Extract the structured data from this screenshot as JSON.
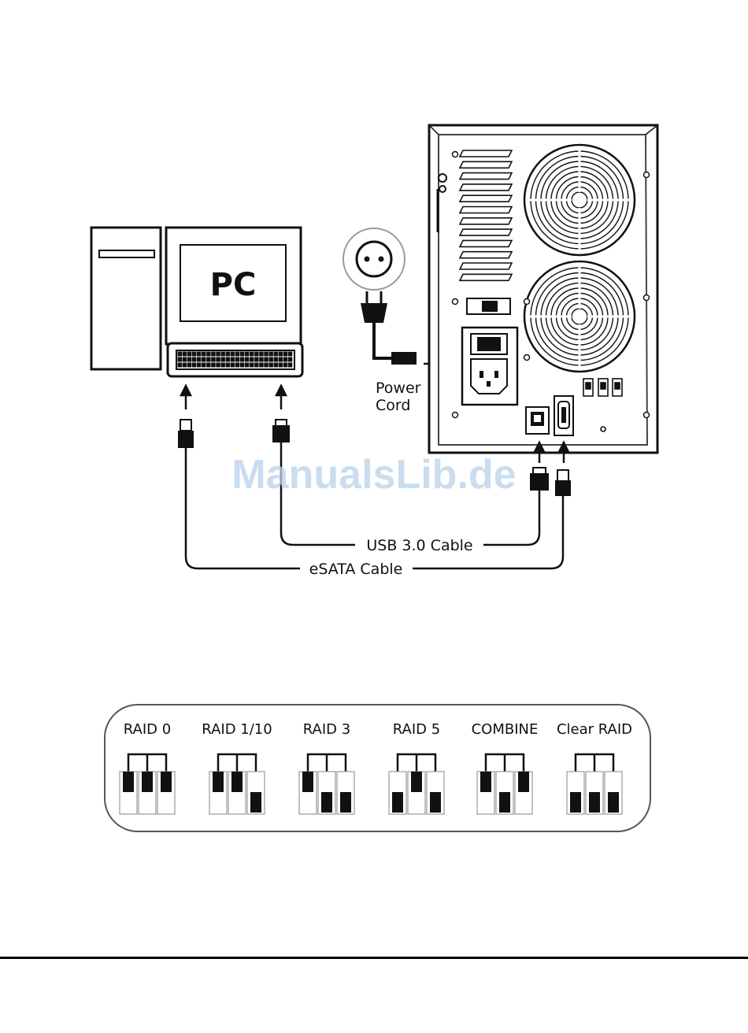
{
  "diagram": {
    "pc_label": "PC",
    "power_cord_label_line1": "Power",
    "power_cord_label_line2": "Cord",
    "usb_cable_label": "USB 3.0 Cable",
    "esata_cable_label": "eSATA Cable",
    "watermark": "ManualsLib.de"
  },
  "raid_modes": [
    {
      "label": "RAID 0",
      "switches": [
        "up",
        "up",
        "up"
      ]
    },
    {
      "label": "RAID 1/10",
      "switches": [
        "up",
        "up",
        "down"
      ]
    },
    {
      "label": "RAID 3",
      "switches": [
        "up",
        "down",
        "down"
      ]
    },
    {
      "label": "RAID 5",
      "switches": [
        "down",
        "up",
        "down"
      ]
    },
    {
      "label": "COMBINE",
      "switches": [
        "up",
        "down",
        "up"
      ]
    },
    {
      "label": "Clear RAID",
      "switches": [
        "down",
        "down",
        "down"
      ]
    }
  ],
  "colors": {
    "ink": "#111111",
    "watermark": "#b9d2ec"
  }
}
